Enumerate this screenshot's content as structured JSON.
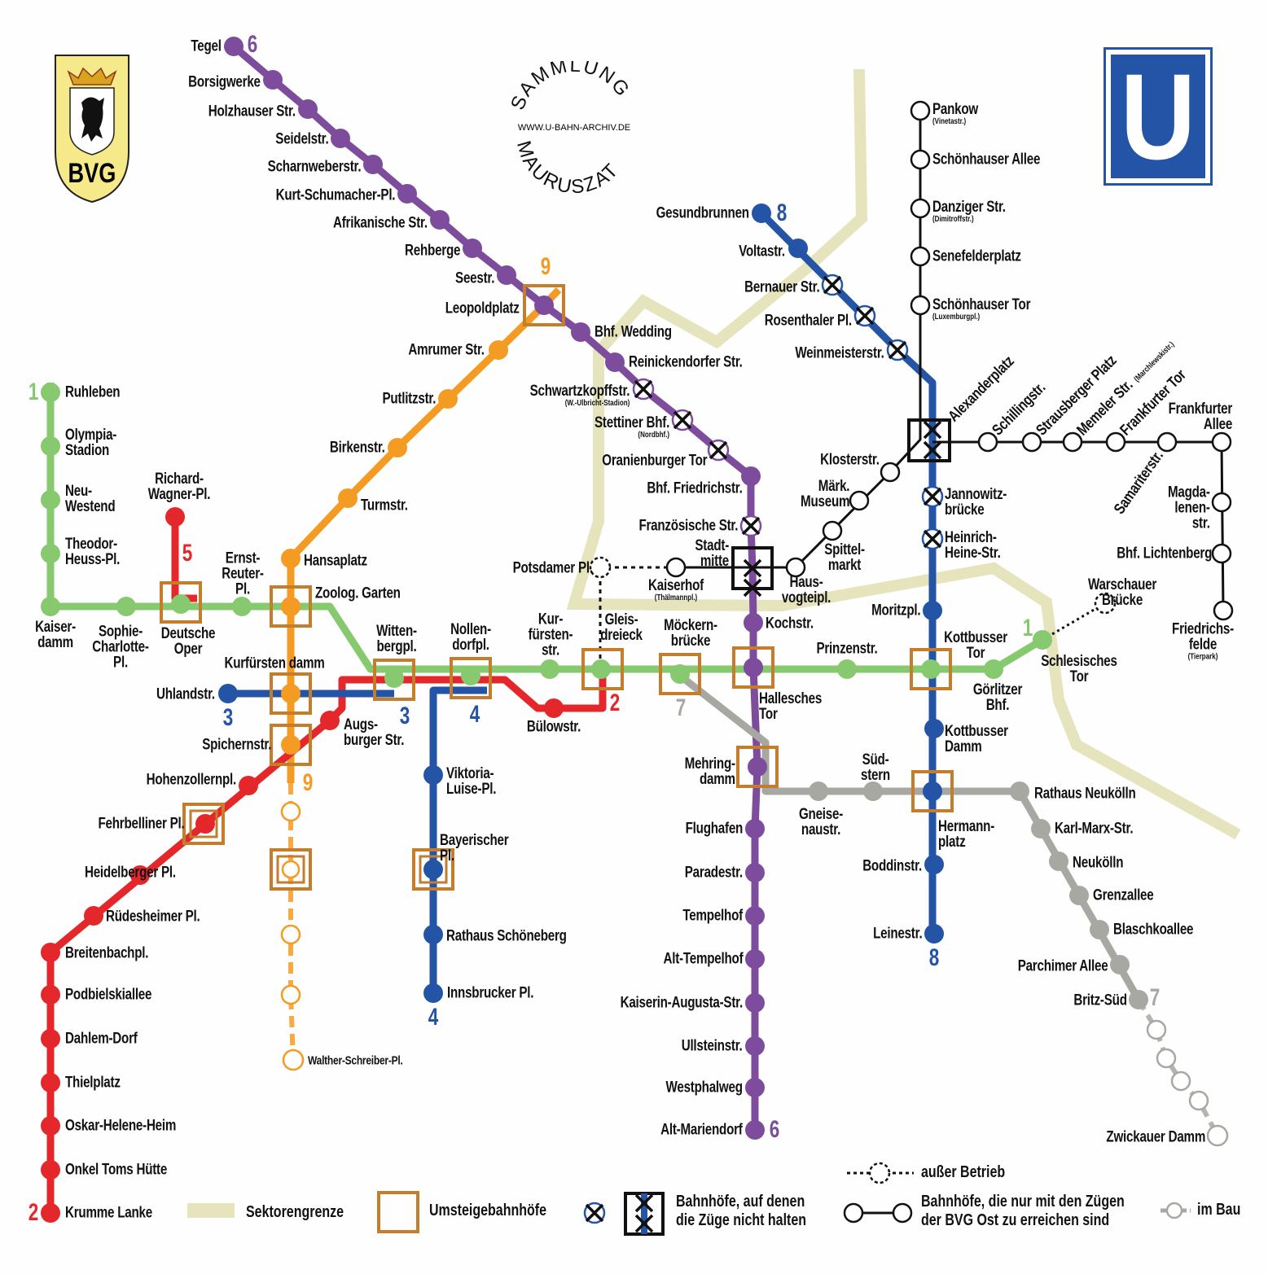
{
  "header": {
    "operator_logo": "BVG",
    "collection_top": "SAMMLUNG",
    "collection_bottom": "MAURUSZAT",
    "website": "WWW.U-BAHN-ARCHIV.DE",
    "ubahn_logo": "U"
  },
  "colors": {
    "u1": "#86c96e",
    "u2": "#e3272a",
    "u3": "#2454a6",
    "u4": "#2454a6",
    "u5": "#e3272a",
    "u6": "#7d4c9c",
    "u7": "#a8a8a2",
    "u8": "#2454a6",
    "u9": "#f39b23",
    "ost": "#111111",
    "interchange": "#c47d2b",
    "sector": "#e6e4bd"
  },
  "lines": [
    {
      "id": "u6",
      "number": "6",
      "stations": [
        {
          "name": "Tegel"
        },
        {
          "name": "Borsigwerke"
        },
        {
          "name": "Holzhauser Str."
        },
        {
          "name": "Seidelstr."
        },
        {
          "name": "Scharnweberstr."
        },
        {
          "name": "Kurt-Schumacher-Pl."
        },
        {
          "name": "Afrikanische Str."
        },
        {
          "name": "Rehberge"
        },
        {
          "name": "Seestr."
        },
        {
          "name": "Leopoldplatz"
        },
        {
          "name": "Bhf. Wedding"
        },
        {
          "name": "Reinickendorfer Str."
        },
        {
          "name": "Schwartzkopffstr.",
          "sub": "(W.-Ulbricht-Stadion)",
          "status": "closed"
        },
        {
          "name": "Stettiner Bhf.",
          "sub": "(Nordbhf.)",
          "status": "closed"
        },
        {
          "name": "Oranienburger Tor",
          "status": "closed"
        },
        {
          "name": "Bhf. Friedrichstr."
        },
        {
          "name": "Französische Str.",
          "status": "closed"
        },
        {
          "name": "Stadt-\nmitte",
          "status": "closed"
        },
        {
          "name": "Kochstr."
        },
        {
          "name": "Hallesches\nTor"
        },
        {
          "name": "Mehring-\ndamm"
        },
        {
          "name": "Flughafen"
        },
        {
          "name": "Paradestr."
        },
        {
          "name": "Tempelhof"
        },
        {
          "name": "Alt-Tempelhof"
        },
        {
          "name": "Kaiserin-Augusta-Str."
        },
        {
          "name": "Ullsteinstr."
        },
        {
          "name": "Westphalweg"
        },
        {
          "name": "Alt-Mariendorf"
        }
      ]
    },
    {
      "id": "u9",
      "number": "9",
      "stations": [
        {
          "name": "Amrumer Str."
        },
        {
          "name": "Putlitzstr."
        },
        {
          "name": "Birkenstr."
        },
        {
          "name": "Turmstr."
        },
        {
          "name": "Hansaplatz"
        },
        {
          "name": "Zoolog. Garten"
        },
        {
          "name": "Kurfürsten damm"
        },
        {
          "name": "Spichernstr."
        },
        {
          "name": "Walther-Schreiber-Pl.",
          "status": "construction"
        }
      ]
    },
    {
      "id": "u1",
      "number": "1",
      "stations": [
        {
          "name": "Ruhleben"
        },
        {
          "name": "Olympia-\nStadion"
        },
        {
          "name": "Neu-\nWestend"
        },
        {
          "name": "Theodor-\nHeuss-Pl."
        },
        {
          "name": "Kaiser-\ndamm"
        },
        {
          "name": "Sophie-\nCharlotte-\nPl."
        },
        {
          "name": "Deutsche\nOper"
        },
        {
          "name": "Ernst-\nReuter-\nPl."
        },
        {
          "name": "Witten-\nbergpl."
        },
        {
          "name": "Nollen-\ndorfpl."
        },
        {
          "name": "Kur-\nfürsten-\nstr."
        },
        {
          "name": "Gleis-\ndreieck"
        },
        {
          "name": "Möckern-\nbrücke"
        },
        {
          "name": "Prinzenstr."
        },
        {
          "name": "Kottbusser\nTor"
        },
        {
          "name": "Görlitzer\nBhf."
        },
        {
          "name": "Schlesisches\nTor"
        },
        {
          "name": "Warschauer\nBrücke",
          "status": "out_of_service"
        }
      ]
    },
    {
      "id": "u2",
      "number": "2",
      "stations": [
        {
          "name": "Krumme Lanke"
        },
        {
          "name": "Onkel Toms Hütte"
        },
        {
          "name": "Oskar-Helene-Heim"
        },
        {
          "name": "Thielplatz"
        },
        {
          "name": "Dahlem-Dorf"
        },
        {
          "name": "Podbielskiallee"
        },
        {
          "name": "Breitenbachpl."
        },
        {
          "name": "Rüdesheimer Pl."
        },
        {
          "name": "Heidelberger Pl."
        },
        {
          "name": "Fehrbelliner Pl."
        },
        {
          "name": "Hohenzollernpl."
        },
        {
          "name": "Augs-\nburger Str."
        },
        {
          "name": "Bülowstr."
        }
      ]
    },
    {
      "id": "u5",
      "number": "5",
      "stations": [
        {
          "name": "Richard-\nWagner-Pl."
        }
      ]
    },
    {
      "id": "u3",
      "number": "3",
      "stations": [
        {
          "name": "Uhlandstr."
        }
      ]
    },
    {
      "id": "u4",
      "number": "4",
      "stations": [
        {
          "name": "Viktoria-\nLuise-Pl."
        },
        {
          "name": "Bayerischer\nPl."
        },
        {
          "name": "Rathaus Schöneberg"
        },
        {
          "name": "Innsbrucker Pl."
        }
      ]
    },
    {
      "id": "u8",
      "number": "8",
      "stations": [
        {
          "name": "Gesundbrunnen"
        },
        {
          "name": "Voltastr."
        },
        {
          "name": "Bernauer Str.",
          "status": "closed"
        },
        {
          "name": "Rosenthaler Pl.",
          "status": "closed"
        },
        {
          "name": "Weinmeisterstr.",
          "status": "closed"
        },
        {
          "name": "Jannowitz-\nbrücke",
          "status": "closed"
        },
        {
          "name": "Heinrich-\nHeine-Str.",
          "status": "closed"
        },
        {
          "name": "Moritzpl."
        },
        {
          "name": "Kottbusser\nDamm"
        },
        {
          "name": "Hermann-\nplatz"
        },
        {
          "name": "Boddinstr."
        },
        {
          "name": "Leinestr."
        }
      ]
    },
    {
      "id": "u7",
      "number": "7",
      "stations": [
        {
          "name": "Gneise-\nnaustr."
        },
        {
          "name": "Süd-\nstern"
        },
        {
          "name": "Rathaus Neukölln"
        },
        {
          "name": "Karl-Marx-Str."
        },
        {
          "name": "Neukölln"
        },
        {
          "name": "Grenzallee"
        },
        {
          "name": "Blaschkoallee"
        },
        {
          "name": "Parchimer Allee"
        },
        {
          "name": "Britz-Süd"
        },
        {
          "name": "Zwickauer Damm",
          "status": "construction"
        }
      ]
    },
    {
      "id": "ostE",
      "number": "",
      "operator": "BVG Ost",
      "stations": [
        {
          "name": "Alexanderplatz"
        },
        {
          "name": "Schillingstr."
        },
        {
          "name": "Strausberger Platz"
        },
        {
          "name": "Memeler Str.",
          "sub": "(Marchlewskistr.)"
        },
        {
          "name": "Frankfurter Tor"
        },
        {
          "name": "Samariterstr."
        },
        {
          "name": "Frankfurter\nAllee"
        },
        {
          "name": "Magda-\nlenen-\nstr."
        },
        {
          "name": "Bhf. Lichtenberg"
        },
        {
          "name": "Friedrichs-\nfelde",
          "sub": "(Tierpark)"
        }
      ]
    },
    {
      "id": "ostA",
      "number": "",
      "operator": "BVG Ost",
      "stations": [
        {
          "name": "Pankow",
          "sub": "(Vinetastr.)"
        },
        {
          "name": "Schönhauser Allee"
        },
        {
          "name": "Danziger Str.",
          "sub": "(Dimitroffstr.)"
        },
        {
          "name": "Senefelderplatz"
        },
        {
          "name": "Schönhauser Tor",
          "sub": "(Luxemburgpl.)"
        },
        {
          "name": "Klosterstr."
        },
        {
          "name": "Märk.\nMuseum"
        },
        {
          "name": "Spittel-\nmarkt"
        },
        {
          "name": "Haus-\nvogteipl."
        },
        {
          "name": "Kaiserhof",
          "sub": "(Thälmannpl.)"
        },
        {
          "name": "Potsdamer  Pl.",
          "status": "out_of_service"
        }
      ]
    }
  ],
  "legend": {
    "sector_border": "Sektorengrenze",
    "interchange": "Umsteigebahnhöfe",
    "not_stopping": "Bahnhöfe, auf denen\ndie Züge nicht halten",
    "out_of_service": "außer Betrieb",
    "ost_only": "Bahnhöfe, die nur mit den Zügen\nder BVG Ost zu erreichen sind",
    "construction": "im Bau"
  }
}
